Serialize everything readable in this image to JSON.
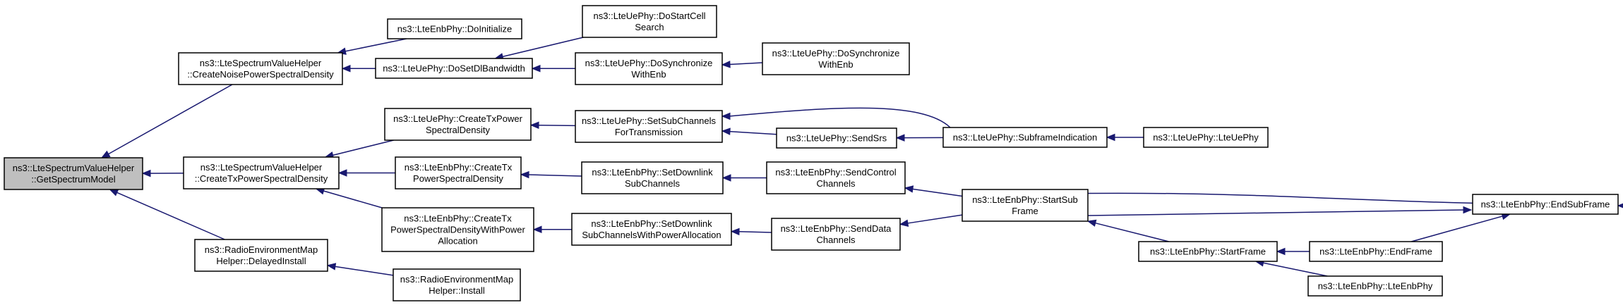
{
  "nodes": {
    "getSpectrumModel": [
      "ns3::LteSpectrumValueHelper",
      "::GetSpectrumModel"
    ],
    "createNoisePSD": [
      "ns3::LteSpectrumValueHelper",
      "::CreateNoisePowerSpectralDensity"
    ],
    "createTxPSD": [
      "ns3::LteSpectrumValueHelper",
      "::CreateTxPowerSpectralDensity"
    ],
    "remDelayedInstall": [
      "ns3::RadioEnvironmentMap",
      "Helper::DelayedInstall"
    ],
    "enbDoInitialize": [
      "ns3::LteEnbPhy::DoInitialize"
    ],
    "ueDoSetDlBandwidth": [
      "ns3::LteUePhy::DoSetDlBandwidth"
    ],
    "ueDoStartCellSearch": [
      "ns3::LteUePhy::DoStartCell",
      "Search"
    ],
    "ueDoSynchronizeWithEnb1": [
      "ns3::LteUePhy::DoSynchronize",
      "WithEnb"
    ],
    "ueDoSynchronizeWithEnb2": [
      "ns3::LteUePhy::DoSynchronize",
      "WithEnb"
    ],
    "ueCreateTxPSD": [
      "ns3::LteUePhy::CreateTxPower",
      "SpectralDensity"
    ],
    "ueSetSubChannels": [
      "ns3::LteUePhy::SetSubChannels",
      "ForTransmission"
    ],
    "ueSendSrs": [
      "ns3::LteUePhy::SendSrs"
    ],
    "ueSubframeIndication": [
      "ns3::LteUePhy::SubframeIndication"
    ],
    "ueLteUePhy": [
      "ns3::LteUePhy::LteUePhy"
    ],
    "enbCreateTxPSD": [
      "ns3::LteEnbPhy::CreateTx",
      "PowerSpectralDensity"
    ],
    "enbSetDownlinkSubChannels": [
      "ns3::LteEnbPhy::SetDownlink",
      "SubChannels"
    ],
    "enbSendControlChannels": [
      "ns3::LteEnbPhy::SendControl",
      "Channels"
    ],
    "enbStartSubFrame": [
      "ns3::LteEnbPhy::StartSub",
      "Frame"
    ],
    "enbEndSubFrame": [
      "ns3::LteEnbPhy::EndSubFrame"
    ],
    "enbCreateTxPSDWithPowerAlloc": [
      "ns3::LteEnbPhy::CreateTx",
      "PowerSpectralDensityWithPower",
      "Allocation"
    ],
    "enbSetDownlinkSubChannelsWithPowerAlloc": [
      "ns3::LteEnbPhy::SetDownlink",
      "SubChannelsWithPowerAllocation"
    ],
    "enbSendDataChannels": [
      "ns3::LteEnbPhy::SendData",
      "Channels"
    ],
    "enbStartFrame": [
      "ns3::LteEnbPhy::StartFrame"
    ],
    "enbEndFrame": [
      "ns3::LteEnbPhy::EndFrame"
    ],
    "enbLteEnbPhy": [
      "ns3::LteEnbPhy::LteEnbPhy"
    ],
    "remInstall": [
      "ns3::RadioEnvironmentMap",
      "Helper::Install"
    ]
  },
  "colors": {
    "edge": "#191970",
    "root_fill": "#bfbfbf",
    "node_fill": "#ffffff",
    "node_border": "#000000"
  }
}
